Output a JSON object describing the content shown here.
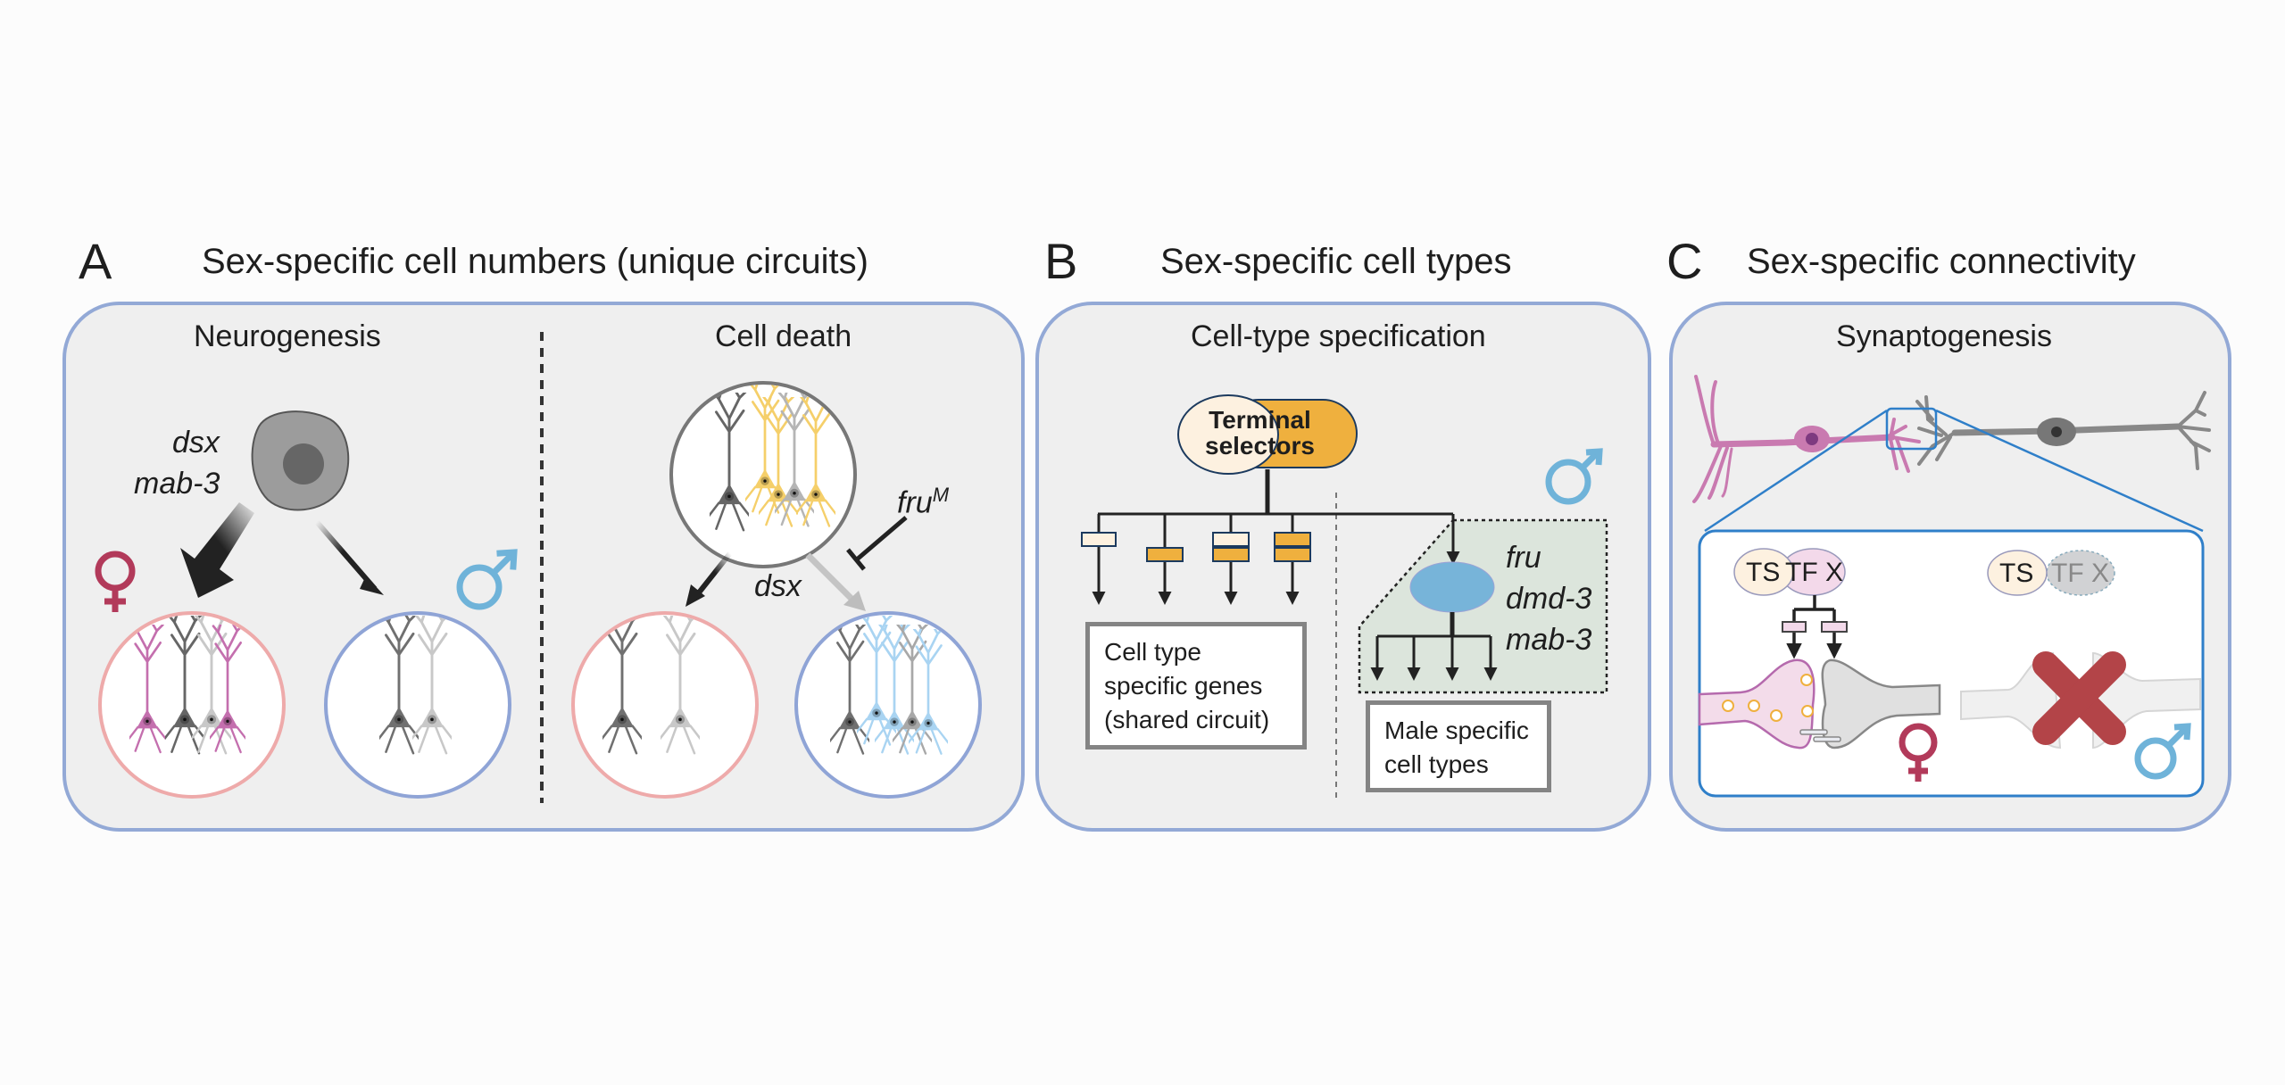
{
  "figure": {
    "panels": [
      {
        "letter": "A",
        "title": "Sex-specific cell numbers (unique circuits)",
        "sections": [
          {
            "label": "Neurogenesis",
            "genes": [
              "dsx",
              "mab-3"
            ]
          },
          {
            "label": "Cell death",
            "genes": [
              "dsx"
            ],
            "inhibitor": {
              "gene": "fru",
              "superscript": "M"
            }
          }
        ]
      },
      {
        "letter": "B",
        "title": "Sex-specific cell types",
        "section": "Cell-type specification",
        "selector_label": [
          "Terminal",
          "selectors"
        ],
        "shared_box": [
          "Cell type",
          "specific genes",
          "(shared circuit)"
        ],
        "male_genes": [
          "fru",
          "dmd-3",
          "mab-3"
        ],
        "male_box": [
          "Male specific",
          "cell types"
        ]
      },
      {
        "letter": "C",
        "title": "Sex-specific connectivity",
        "section": "Synaptogenesis",
        "female_complex": {
          "ts": "TS",
          "tf": "TF X"
        },
        "male_complex": {
          "ts": "TS",
          "tf": "TF X"
        }
      }
    ],
    "symbols": {
      "female": "♀",
      "male": "♂"
    },
    "colors": {
      "panel_border": "#93a9d6",
      "panel_fill": "#efefef",
      "female": "#b23a5a",
      "male": "#6fb3d9",
      "female_circle": "#eeaaaa",
      "male_circle": "#8fa4d6",
      "orange": "#efb03e",
      "cream": "#fdf1e0",
      "cross": "#b34448",
      "zoom_blue": "#2f7fc9"
    }
  }
}
